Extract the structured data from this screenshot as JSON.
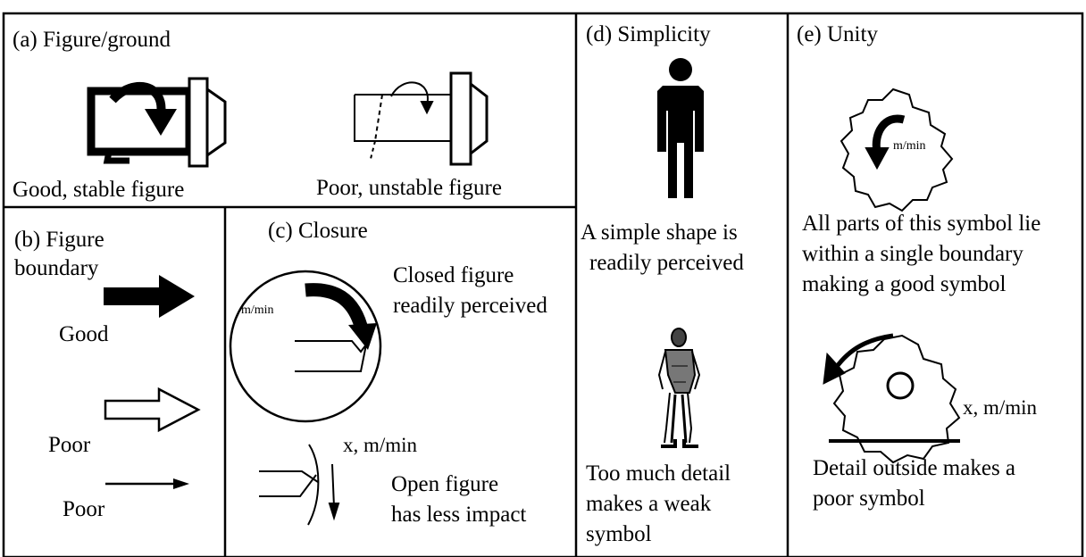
{
  "panels": {
    "a": {
      "title": "(a) Figure/ground",
      "good_caption": "Good, stable figure",
      "poor_caption": "Poor, unstable figure"
    },
    "b": {
      "title_line1": "(b) Figure",
      "title_line2": "boundary",
      "good_label": "Good",
      "poor_label_1": "Poor",
      "poor_label_2": "Poor"
    },
    "c": {
      "title": "(c) Closure",
      "closed_line1": "Closed figure",
      "closed_line2": "readily perceived",
      "closed_symbol_label": "m/min",
      "open_symbol_label": "x, m/min",
      "open_line1": "Open figure",
      "open_line2": "has less impact"
    },
    "d": {
      "title": "(d) Simplicity",
      "simple_line1": "A simple shape is",
      "simple_line2": "readily perceived",
      "detail_line1": "Too much detail",
      "detail_line2": "makes a weak",
      "detail_line3": "symbol"
    },
    "e": {
      "title": "(e) Unity",
      "unity_symbol_label": "m/min",
      "unity_line1": "All parts of this symbol lie",
      "unity_line2": "within a single boundary",
      "unity_line3": "making a good symbol",
      "outside_symbol_label": "x, m/min",
      "outside_line1": "Detail outside makes a",
      "outside_line2": "poor symbol"
    }
  }
}
